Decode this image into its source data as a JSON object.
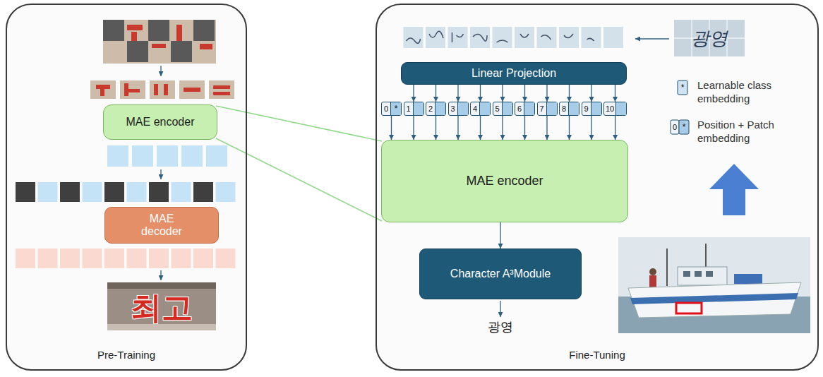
{
  "diagram": {
    "nodes": [
      {
        "text": [
          "Pre-Training"
        ]
      },
      {
        "text": [
          "MAE encoder"
        ],
        "in": 0
      },
      {
        "text": [
          "MAE decoder"
        ],
        "in": 0
      },
      {
        "text": [
          "Fine-Tuning"
        ]
      },
      {
        "text": [
          "Linear Projection"
        ],
        "in": 3
      },
      {
        "text": [
          "0",
          "*"
        ],
        "in": 3
      },
      {
        "text": [
          "1"
        ],
        "in": 3
      },
      {
        "text": [
          "2"
        ],
        "in": 3
      },
      {
        "text": [
          "3"
        ],
        "in": 3
      },
      {
        "text": [
          "4"
        ],
        "in": 3
      },
      {
        "text": [
          "5"
        ],
        "in": 3
      },
      {
        "text": [
          "6"
        ],
        "in": 3
      },
      {
        "text": [
          "7"
        ],
        "in": 3
      },
      {
        "text": [
          "8"
        ],
        "in": 3
      },
      {
        "text": [
          "9"
        ],
        "in": 3
      },
      {
        "text": [
          "10"
        ],
        "in": 3
      },
      {
        "text": [
          "MAE encoder"
        ],
        "in": 3
      },
      {
        "text": [
          "Character A³Module"
        ],
        "in": 3
      }
    ],
    "edges": [
      {
        "from": 1,
        "to": 16,
        "arrow": "none"
      },
      {
        "from": 1,
        "to": 16,
        "arrow": "none"
      },
      {
        "from": 4,
        "to": 6,
        "arrow": "to"
      },
      {
        "from": 4,
        "to": 7,
        "arrow": "to"
      },
      {
        "from": 4,
        "to": 8,
        "arrow": "to"
      },
      {
        "from": 4,
        "to": 9,
        "arrow": "to"
      },
      {
        "from": 4,
        "to": 10,
        "arrow": "to"
      },
      {
        "from": 4,
        "to": 11,
        "arrow": "to"
      },
      {
        "from": 4,
        "to": 12,
        "arrow": "to"
      },
      {
        "from": 4,
        "to": 13,
        "arrow": "to"
      },
      {
        "from": 4,
        "to": 14,
        "arrow": "to"
      },
      {
        "from": 4,
        "to": 15,
        "arrow": "to"
      },
      {
        "from": 5,
        "to": 16,
        "arrow": "to"
      },
      {
        "from": 6,
        "to": 16,
        "arrow": "to"
      },
      {
        "from": 7,
        "to": 16,
        "arrow": "to"
      },
      {
        "from": 8,
        "to": 16,
        "arrow": "to"
      },
      {
        "from": 9,
        "to": 16,
        "arrow": "to"
      },
      {
        "from": 10,
        "to": 16,
        "arrow": "to"
      },
      {
        "from": 11,
        "to": 16,
        "arrow": "to"
      },
      {
        "from": 12,
        "to": 16,
        "arrow": "to"
      },
      {
        "from": 13,
        "to": 16,
        "arrow": "to"
      },
      {
        "from": 14,
        "to": 16,
        "arrow": "to"
      },
      {
        "from": 15,
        "to": 16,
        "arrow": "to"
      },
      {
        "from": 16,
        "to": 17,
        "arrow": "to"
      }
    ],
    "labels": [
      "최고",
      "광영",
      "*",
      "0",
      "*",
      "광영"
    ],
    "legend": [
      {
        "text": "Learnable class embedding"
      },
      {
        "text": "Position + Patch embedding"
      }
    ]
  }
}
